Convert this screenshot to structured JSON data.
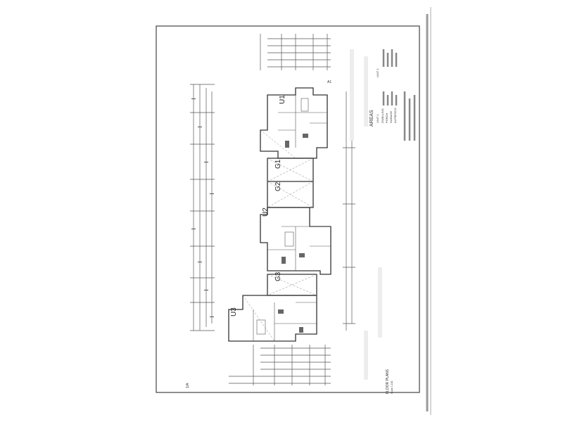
{
  "units": [
    "U1",
    "G1",
    "G2",
    "U2",
    "G3",
    "U3"
  ],
  "areas": {
    "title": "AREAS",
    "col1": "UNIT 1",
    "col2": "UNIT 2",
    "rows": [
      "DWELLING",
      "PORCH",
      "GARAGE",
      "ALFRESCO"
    ]
  },
  "floor_plans": {
    "title": "FLOOR PLANS",
    "scale": "Scale 1:100"
  },
  "north_marker": "A1",
  "sheet_mark": "1/A"
}
